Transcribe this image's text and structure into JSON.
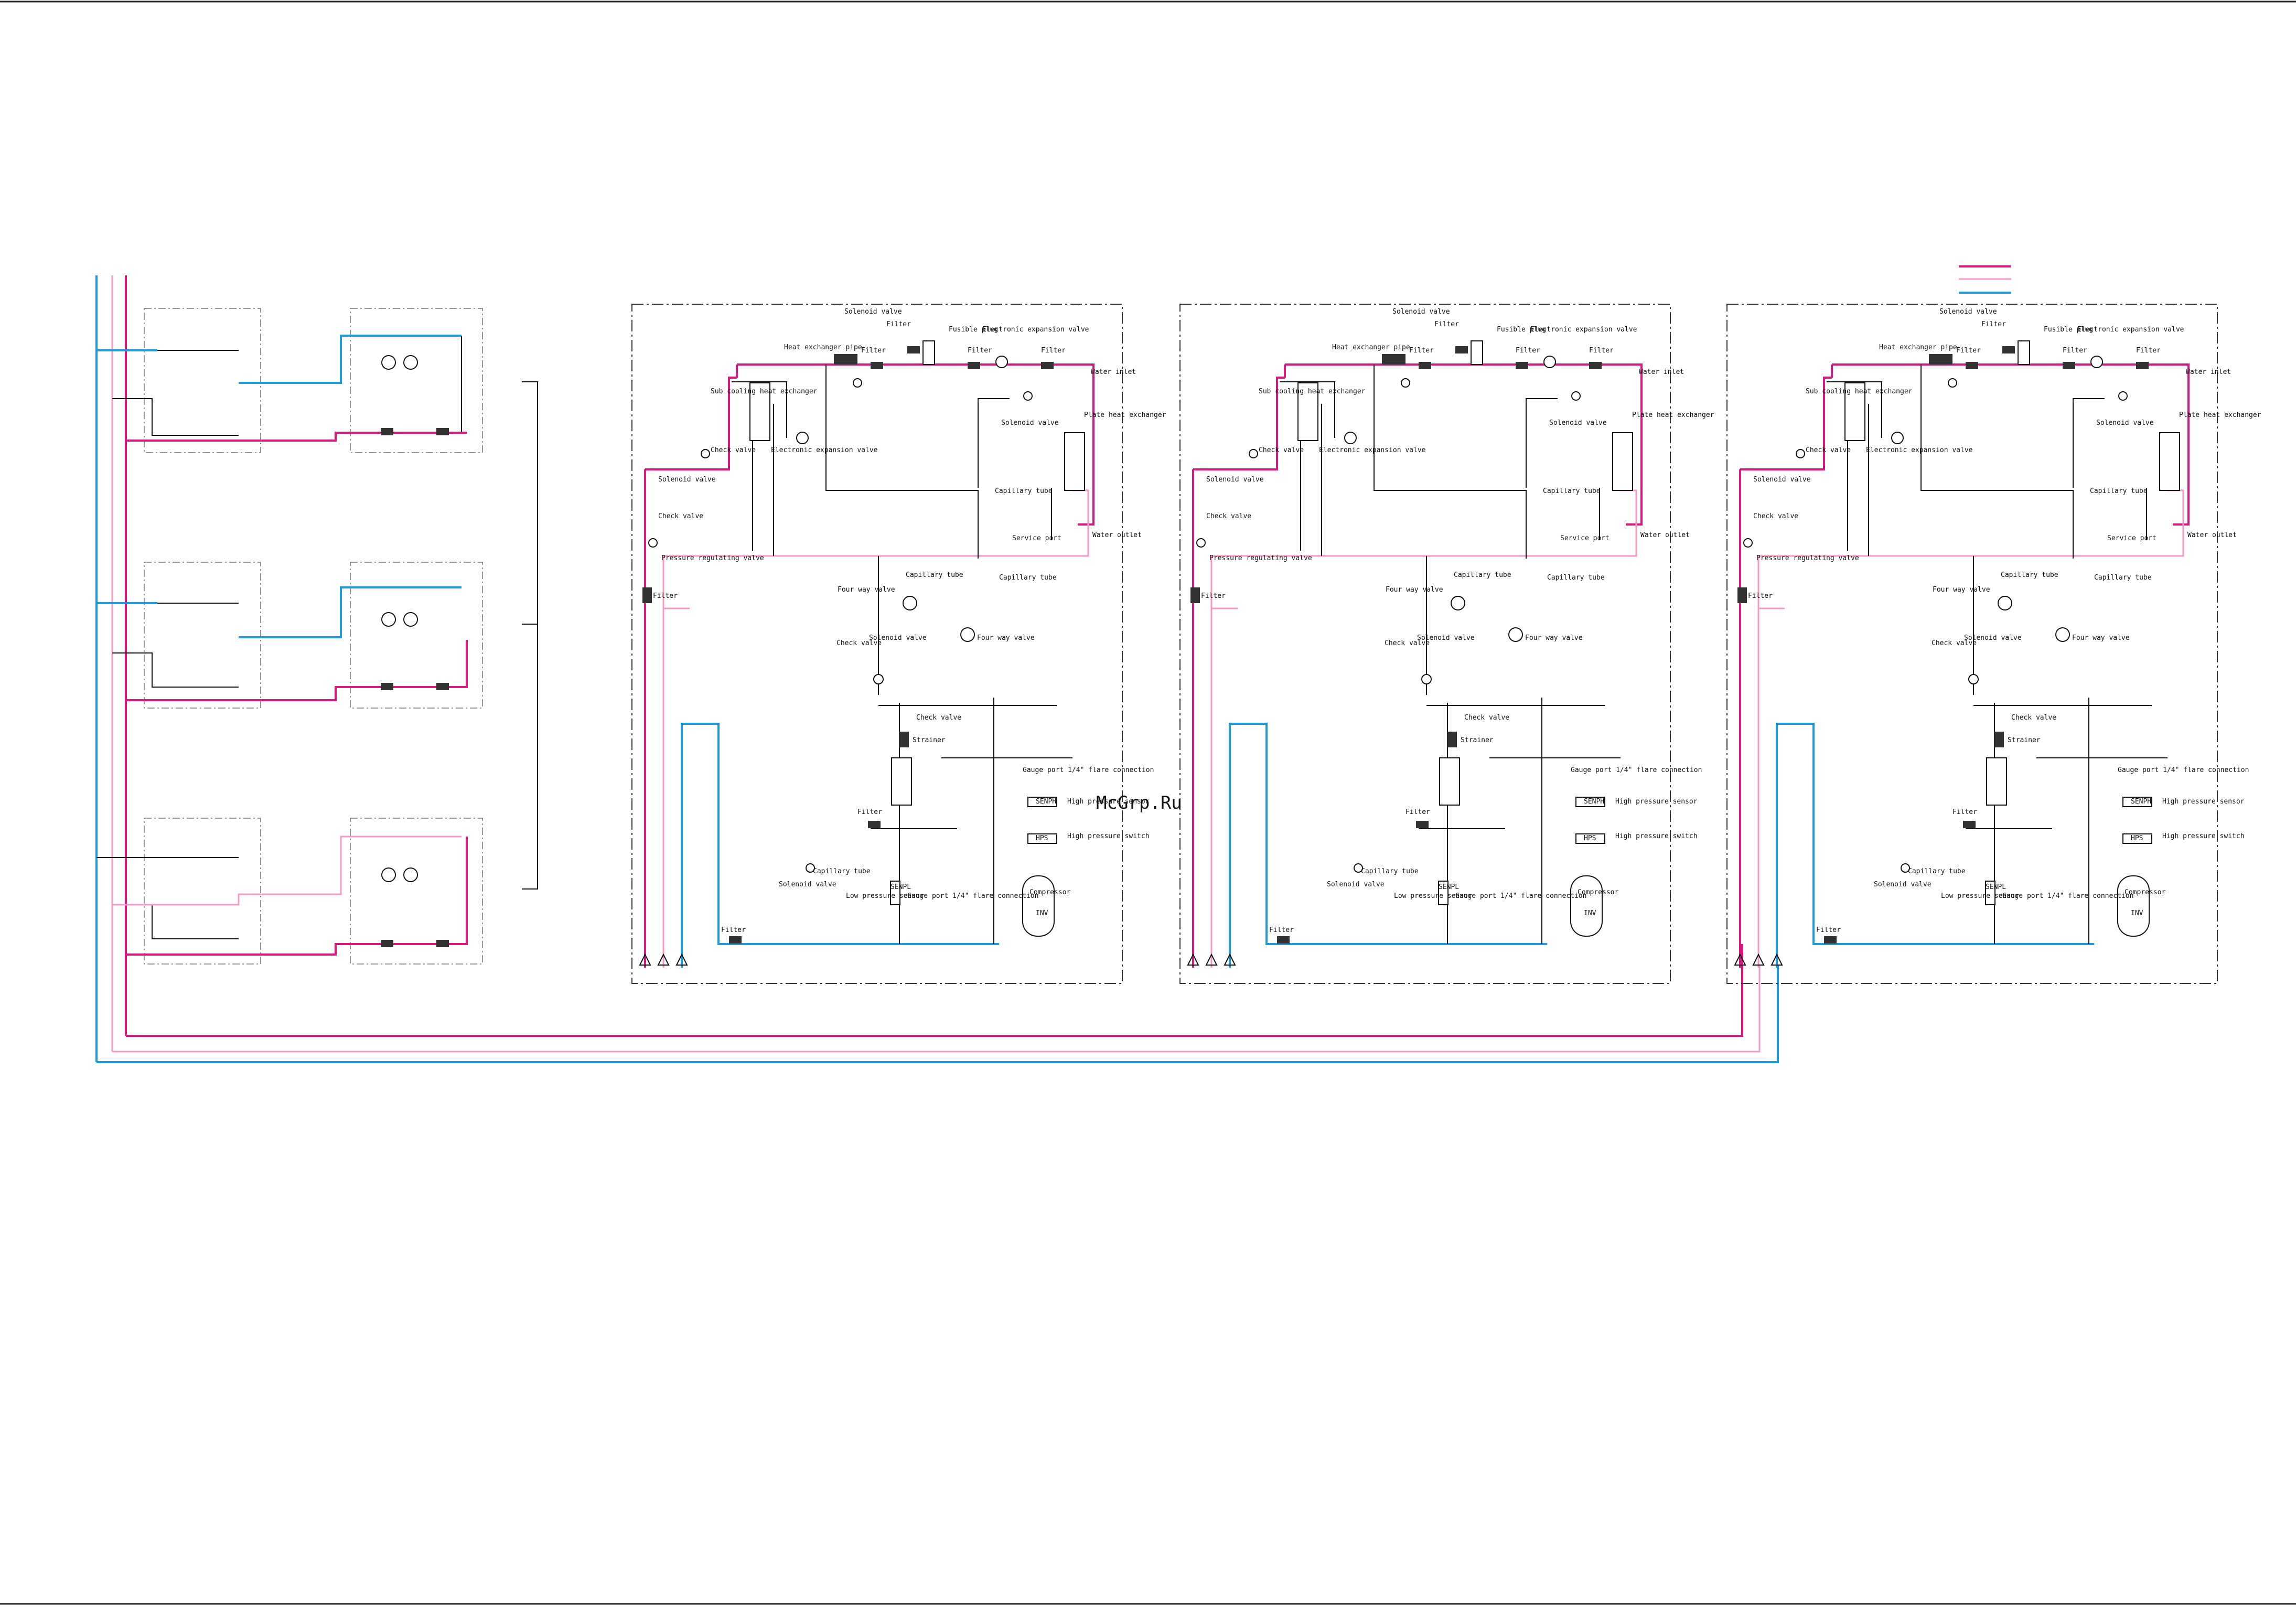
{
  "watermark": "McGrp.Ru",
  "colors": {
    "high_pressure_gas": "#d6187f",
    "low_pressure_gas": "#f39ac8",
    "liquid": "#1f9bd7",
    "line": "#111111"
  },
  "outdoor_unit": {
    "labels": {
      "solenoid_valve_top": "Solenoid valve",
      "filter_top": "Filter",
      "fusible_plug": "Fusible plug",
      "electronic_expansion_valve_top": "Electronic expansion valve",
      "heat_exchanger_pipe": "Heat exchanger pipe",
      "filter_1": "Filter",
      "filter_2": "Filter",
      "filter_3": "Filter",
      "water_inlet": "Water inlet",
      "sub_cooling_heat_exchanger": "Sub cooling heat exchanger",
      "solenoid_valve_right": "Solenoid valve",
      "plate_heat_exchanger": "Plate heat exchanger",
      "electronic_expansion_valve_mid": "Electronic expansion valve",
      "check_valve_1": "Check valve",
      "solenoid_valve_left": "Solenoid valve",
      "capillary_tube_1": "Capillary tube",
      "check_valve_2": "Check valve",
      "service_port": "Service port",
      "water_outlet": "Water outlet",
      "pressure_regulating_valve": "Pressure regulating valve",
      "capillary_tube_2": "Capillary tube",
      "capillary_tube_3": "Capillary tube",
      "four_way_valve_1": "Four way valve",
      "filter_left": "Filter",
      "four_way_valve_2": "Four way valve",
      "solenoid_valve_mid": "Solenoid valve",
      "check_valve_3": "Check valve",
      "check_valve_4": "Check valve",
      "strainer": "Strainer",
      "gauge_port_high": "Gauge port 1/4\" flare connection",
      "filter_mid": "Filter",
      "senph": "SENPH",
      "high_pressure_sensor": "High pressure sensor",
      "hps": "HPS",
      "high_pressure_switch": "High pressure switch",
      "solenoid_valve_bottom": "Solenoid valve",
      "capillary_tube_4": "Capillary tube",
      "low_pressure_sensor": "Low pressure sensor",
      "senpl": "SENPL",
      "gauge_port_low": "Gauge port 1/4\" flare connection",
      "compressor": "Compressor",
      "inv": "INV",
      "filter_bottom": "Filter"
    }
  }
}
